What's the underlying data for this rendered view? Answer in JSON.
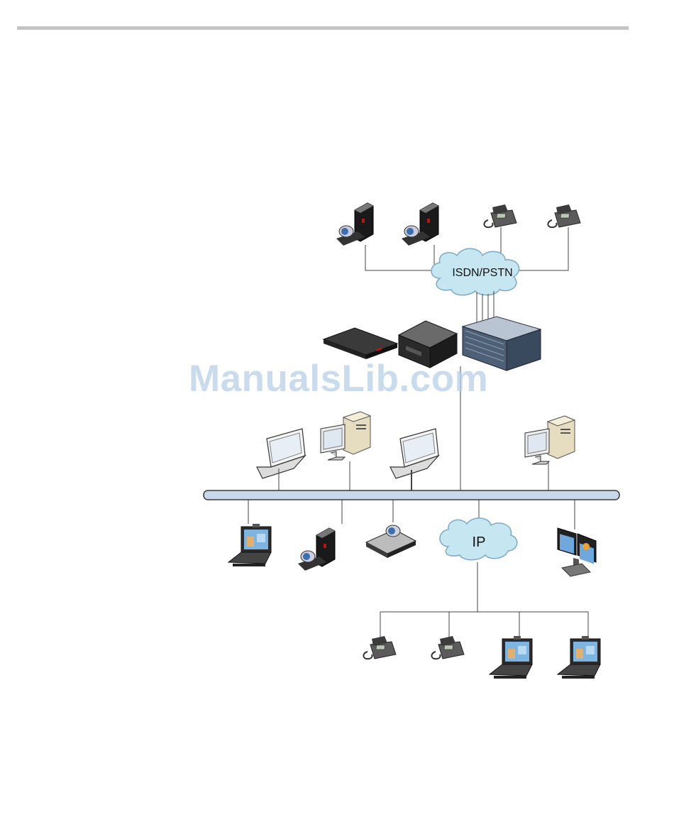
{
  "watermark": "ManualsLib.com",
  "clouds": {
    "isdn_pstn": "ISDN/PSTN",
    "ip": "IP"
  },
  "icons": [
    "video-endpoint-icon",
    "desk-phone-icon",
    "rack-server-icon",
    "mcu-chassis-icon",
    "laptop-icon",
    "desktop-pc-icon",
    "laptop-video-icon",
    "camera-codec-icon",
    "telepresence-icon",
    "cloud-icon"
  ],
  "colors": {
    "cloud_fill": "#c6e6f2",
    "cloud_stroke": "#7fa9c4",
    "lan_bar_fill": "#c8d8ea",
    "lan_bar_stroke": "#3a3a3a",
    "topbar": "#c4c4c4",
    "watermark": "#b9cfe8"
  }
}
